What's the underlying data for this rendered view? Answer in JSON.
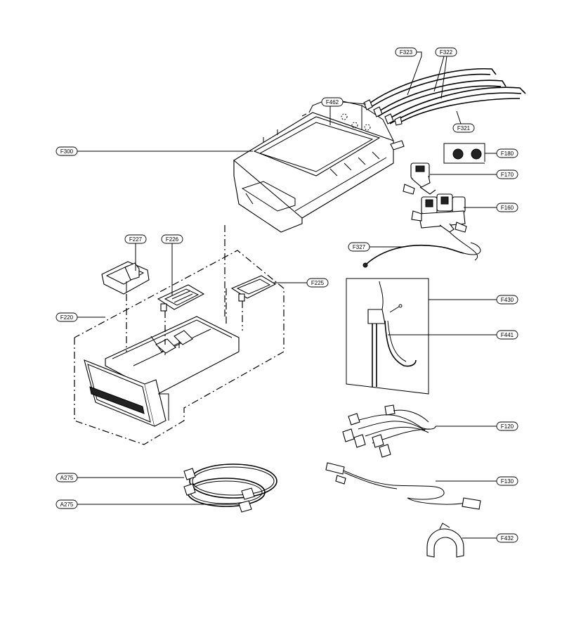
{
  "labels": {
    "F323": "F323",
    "F322": "F322",
    "F462": "F462",
    "F321": "F321",
    "F300": "F300",
    "F180": "F180",
    "F170": "F170",
    "F160": "F160",
    "F327": "F327",
    "F227": "F227",
    "F226": "F226",
    "F225": "F225",
    "F220": "F220",
    "F430": "F430",
    "F441": "F441",
    "F120": "F120",
    "F130": "F130",
    "F432": "F432",
    "A275a": "A275",
    "A275b": "A275"
  }
}
